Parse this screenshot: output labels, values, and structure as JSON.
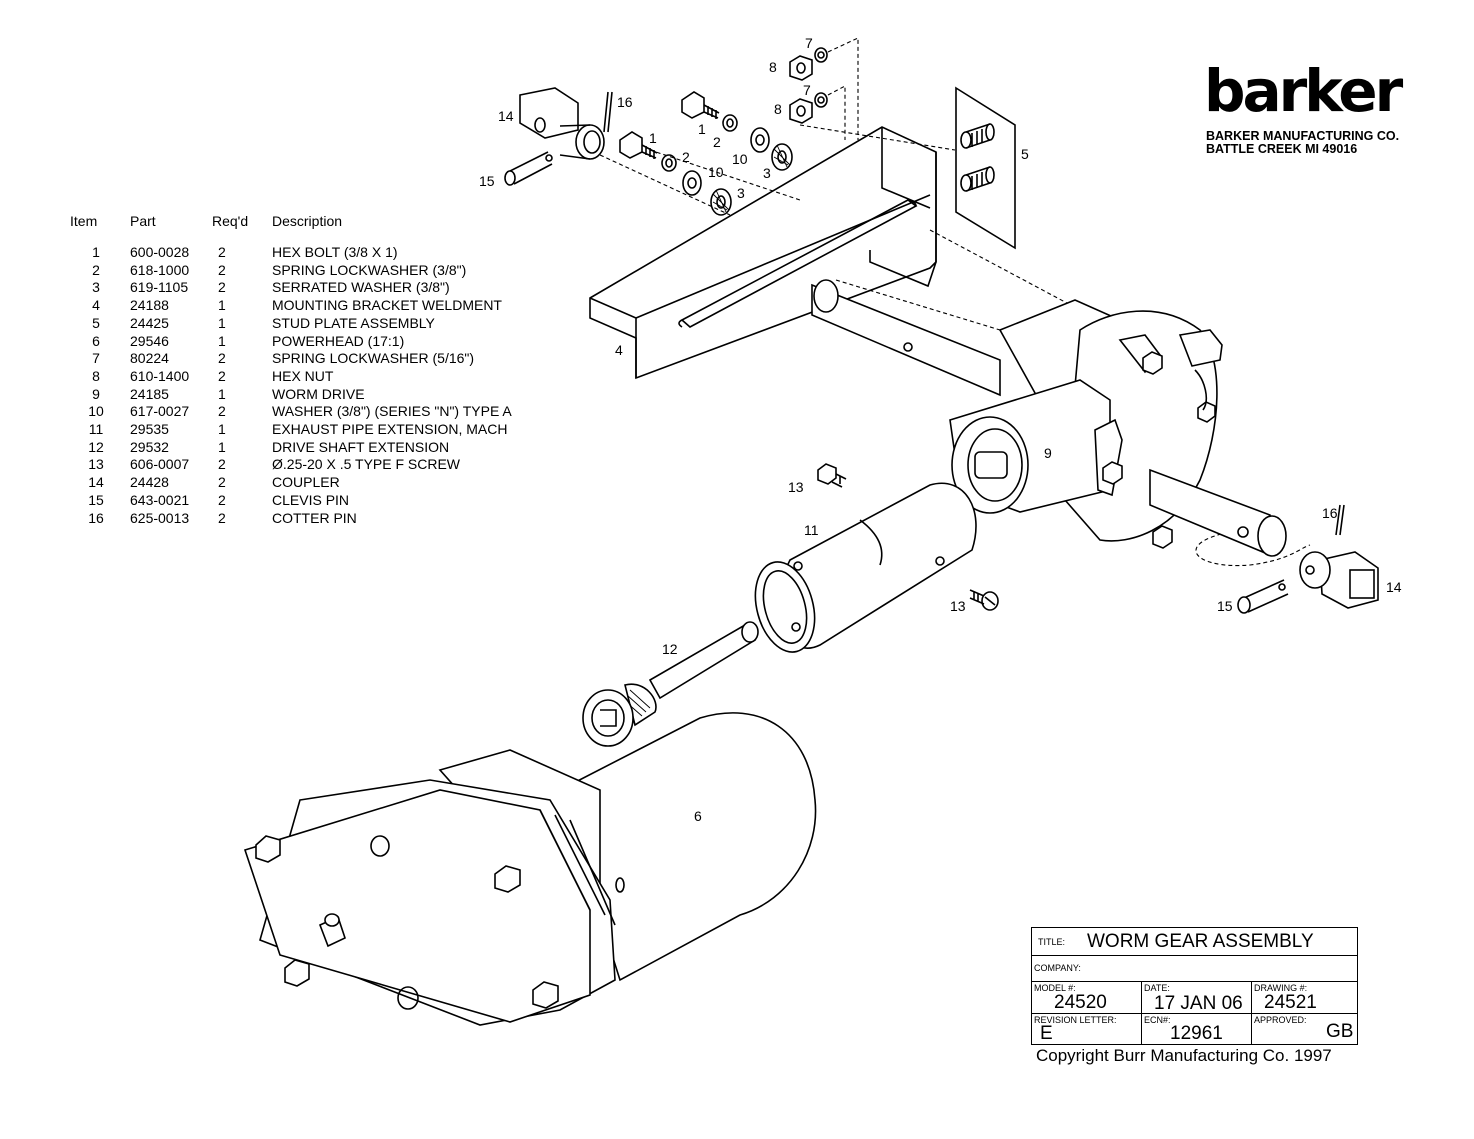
{
  "table": {
    "headers": [
      "Item",
      "Part",
      "Req'd",
      "Description"
    ],
    "rows": [
      [
        "1",
        "600-0028",
        "2",
        "HEX BOLT (3/8 X 1)"
      ],
      [
        "2",
        "618-1000",
        "2",
        "SPRING LOCKWASHER (3/8\")"
      ],
      [
        "3",
        "619-1105",
        "2",
        "SERRATED WASHER (3/8\")"
      ],
      [
        "4",
        "24188",
        "1",
        "MOUNTING BRACKET WELDMENT"
      ],
      [
        "5",
        "24425",
        "1",
        "STUD PLATE ASSEMBLY"
      ],
      [
        "6",
        "29546",
        "1",
        "POWERHEAD (17:1)"
      ],
      [
        "7",
        "80224",
        "2",
        "SPRING LOCKWASHER (5/16\")"
      ],
      [
        "8",
        "610-1400",
        "2",
        "HEX NUT"
      ],
      [
        "9",
        "24185",
        "1",
        "WORM DRIVE"
      ],
      [
        "10",
        "617-0027",
        "2",
        "WASHER (3/8\") (SERIES \"N\") TYPE A"
      ],
      [
        "11",
        "29535",
        "1",
        "EXHAUST PIPE EXTENSION, MACH"
      ],
      [
        "12",
        "29532",
        "1",
        "DRIVE SHAFT EXTENSION"
      ],
      [
        "13",
        "606-0007",
        "2",
        "Ø.25-20 X .5 TYPE F SCREW"
      ],
      [
        "14",
        "24428",
        "2",
        "COUPLER"
      ],
      [
        "15",
        "643-0021",
        "2",
        "CLEVIS PIN"
      ],
      [
        "16",
        "625-0013",
        "2",
        "COTTER PIN"
      ]
    ]
  },
  "logo": {
    "text": "barker",
    "company_line1": "BARKER MANUFACTURING CO.",
    "company_line2": "BATTLE CREEK  MI  49016"
  },
  "title_block": {
    "title_label": "TITLE:",
    "title": "WORM GEAR ASSEMBLY",
    "company_label": "COMPANY:",
    "company": "",
    "model_label": "MODEL #:",
    "model": "24520",
    "date_label": "DATE:",
    "date": "17 JAN 06",
    "drawing_label": "DRAWING #:",
    "drawing": "24521",
    "revision_label": "REVISION LETTER:",
    "revision": "E",
    "ecn_label": "ECN#:",
    "ecn": "12961",
    "approved_label": "APPROVED:",
    "approved": "GB"
  },
  "copyright": "Copyright Burr Manufacturing Co. 1997",
  "callouts": [
    "1",
    "2",
    "10",
    "3",
    "1",
    "2",
    "10",
    "3",
    "8",
    "7",
    "8",
    "7",
    "5",
    "4",
    "14",
    "15",
    "16",
    "9",
    "13",
    "11",
    "13",
    "12",
    "6",
    "16",
    "14",
    "15"
  ]
}
